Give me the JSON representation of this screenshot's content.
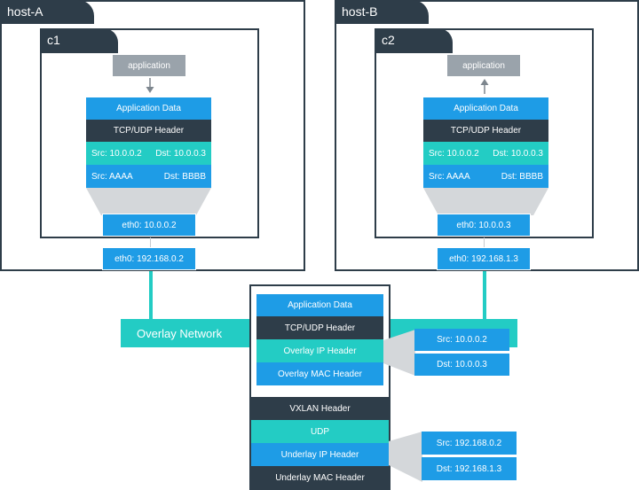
{
  "hosts": [
    {
      "name": "host-A",
      "container": "c1",
      "app": "application",
      "app_data": "Application Data",
      "tcp": "TCP/UDP Header",
      "ip_src": "Src: 10.0.0.2",
      "ip_dst": "Dst: 10.0.0.3",
      "mac_src": "Src: AAAA",
      "mac_dst": "Dst: BBBB",
      "eth_inner": "eth0: 10.0.0.2",
      "eth_outer": "eth0: 192.168.0.2"
    },
    {
      "name": "host-B",
      "container": "c2",
      "app": "application",
      "app_data": "Application Data",
      "tcp": "TCP/UDP Header",
      "ip_src": "Src: 10.0.0.2",
      "ip_dst": "Dst: 10.0.0.3",
      "mac_src": "Src: AAAA",
      "mac_dst": "Dst: BBBB",
      "eth_inner": "eth0: 10.0.0.3",
      "eth_outer": "eth0: 192.168.1.3"
    }
  ],
  "overlay_network": "Overlay Network",
  "packet": {
    "app_data": "Application Data",
    "tcp": "TCP/UDP Header",
    "overlay_ip": "Overlay IP Header",
    "overlay_mac": "Overlay MAC Header",
    "vxlan": "VXLAN Header",
    "udp": "UDP",
    "underlay_ip": "Underlay IP Header",
    "underlay_mac": "Underlay MAC Header"
  },
  "overlay_ip_detail": {
    "src": "Src: 10.0.0.2",
    "dst": "Dst: 10.0.0.3"
  },
  "underlay_ip_detail": {
    "src": "Src: 192.168.0.2",
    "dst": "Dst: 192.168.1.3"
  },
  "colors": {
    "dark": "#2e3d49",
    "blue": "#1e9ce6",
    "teal": "#23ccc4",
    "grey": "#9aa3ab"
  }
}
